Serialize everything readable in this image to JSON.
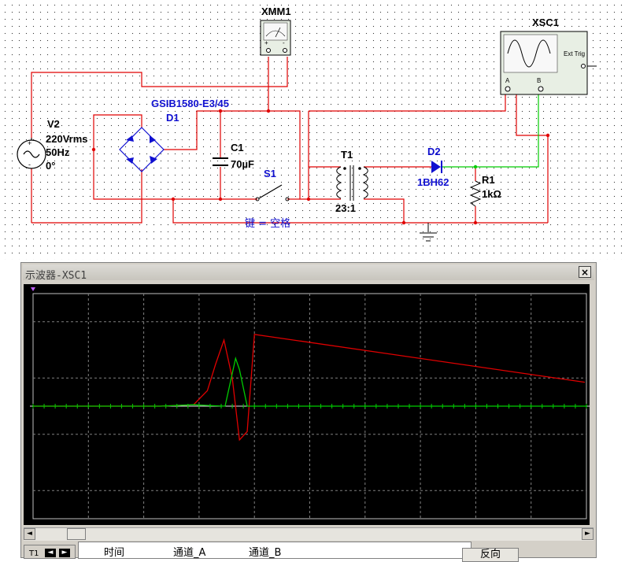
{
  "schematic": {
    "multimeter": {
      "ref": "XMM1",
      "plus": "+",
      "minus": "-"
    },
    "oscilloscope": {
      "ref": "XSC1",
      "ext_trig": "Ext Trig",
      "ch_a": "A",
      "ch_b": "B"
    },
    "source": {
      "ref": "V2",
      "voltage": "220Vrms",
      "freq": "50Hz",
      "phase": "0°"
    },
    "bridge": {
      "part": "GSIB1580-E3/45",
      "ref": "D1"
    },
    "capacitor": {
      "ref": "C1",
      "value": "70µF"
    },
    "switch": {
      "ref": "S1",
      "key_hint": "键 = 空格"
    },
    "transformer": {
      "ref": "T1",
      "ratio": "23:1"
    },
    "diode": {
      "ref": "D2",
      "part": "1BH62"
    },
    "resistor": {
      "ref": "R1",
      "value": "1kΩ"
    }
  },
  "oscilloscope_window": {
    "title": "示波器-XSC1",
    "close": "×",
    "scroll_left": "◄",
    "scroll_right": "►",
    "cursor_label": "T1",
    "nav_left": "◄",
    "nav_right": "►",
    "col_time": "时间",
    "col_a": "通道_A",
    "col_b": "通道_B",
    "reverse_button": "反向"
  },
  "colors": {
    "wire": "#e00000",
    "channel_b": "#00cc00",
    "label": "#1010d0",
    "grid": "#808080"
  },
  "chart_data": {
    "type": "line",
    "grid": true,
    "xlim": [
      0,
      10
    ],
    "ylim": [
      -4,
      4
    ],
    "series": [
      {
        "color": "#e00000",
        "x": [
          0,
          2.3,
          2.9,
          3.15,
          3.3,
          3.45,
          3.6,
          3.73,
          3.87,
          4.0,
          9.97
        ],
        "y": [
          0,
          0,
          0.05,
          0.55,
          1.5,
          2.35,
          1.0,
          -1.2,
          -0.9,
          2.55,
          0.85
        ]
      },
      {
        "color": "#00cc00",
        "x": [
          0,
          2.3,
          2.9,
          3.2,
          3.47,
          3.66,
          3.73,
          3.87,
          10
        ],
        "y": [
          0,
          0,
          0.05,
          0.02,
          0,
          1.7,
          1.3,
          0,
          0
        ]
      }
    ]
  }
}
